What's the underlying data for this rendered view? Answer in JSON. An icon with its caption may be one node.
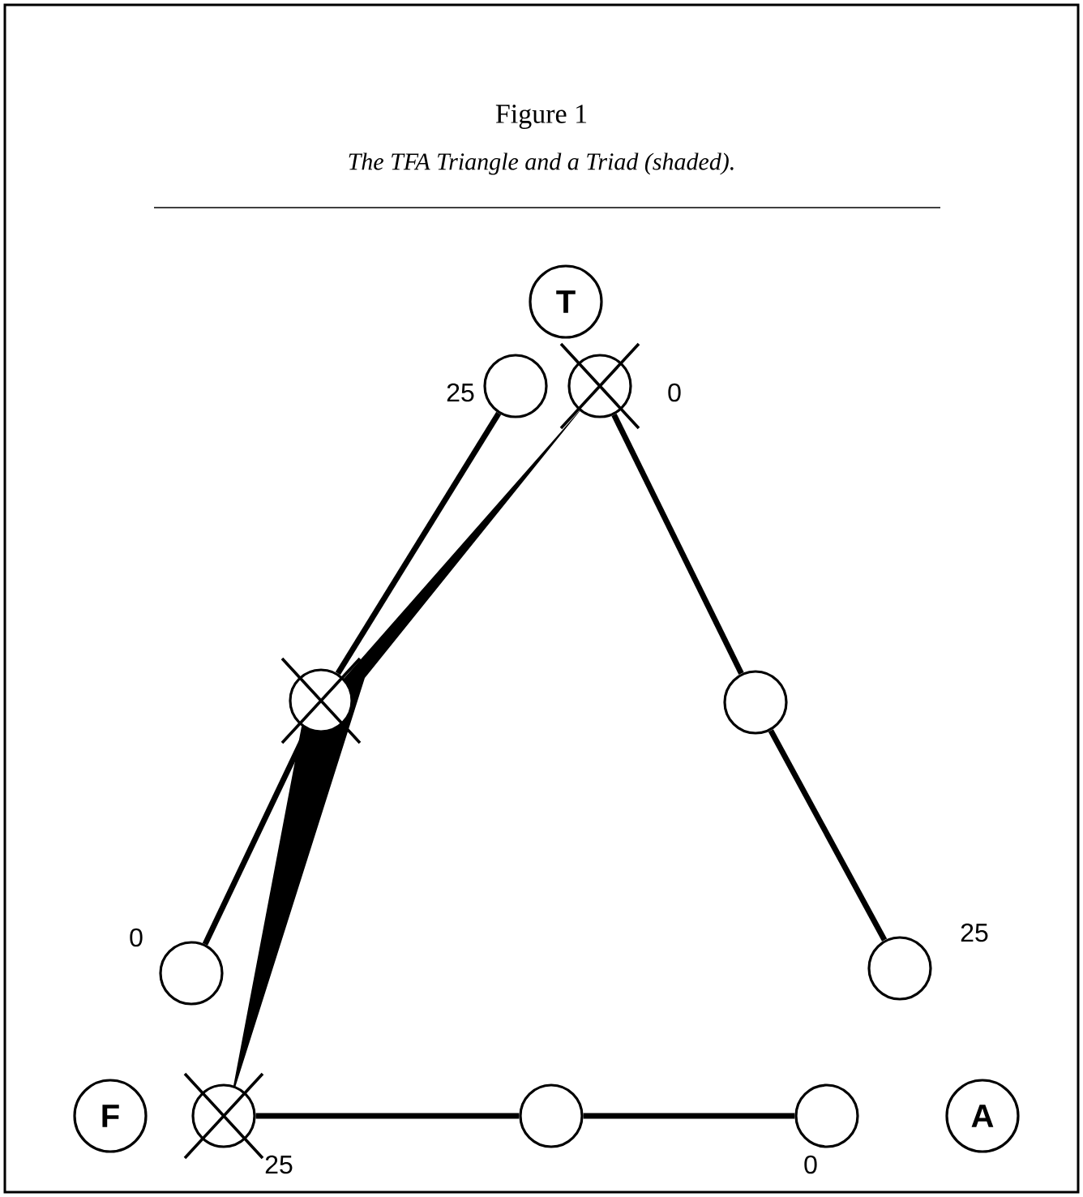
{
  "diagram": {
    "title": "Figure 1",
    "caption": "The TFA Triangle and a Triad (shaded).",
    "nodes": [
      {
        "text": [
          "T"
        ]
      },
      {
        "text": [],
        "shape": "circle",
        "beside": [
          "25"
        ]
      },
      {
        "text": [],
        "shape": "circle",
        "beside": [
          "0"
        ]
      },
      {
        "text": [],
        "shape": "circle"
      },
      {
        "text": [],
        "shape": "circle"
      },
      {
        "text": [],
        "shape": "circle",
        "beside": [
          "0"
        ]
      },
      {
        "text": [],
        "shape": "circle",
        "beside": [
          "25"
        ]
      },
      {
        "text": [
          "F"
        ]
      },
      {
        "text": [],
        "shape": "circle",
        "beside": [
          "25"
        ]
      },
      {
        "text": [],
        "shape": "circle"
      },
      {
        "text": [],
        "shape": "circle",
        "beside": [
          "0"
        ]
      },
      {
        "text": [
          "A"
        ]
      }
    ],
    "edges": [
      {
        "from": 1,
        "to": 3,
        "arrow": "none"
      },
      {
        "from": 3,
        "to": 5,
        "arrow": "none"
      },
      {
        "from": 2,
        "to": 4,
        "arrow": "none"
      },
      {
        "from": 4,
        "to": 6,
        "arrow": "none"
      },
      {
        "from": 8,
        "to": 9,
        "arrow": "none"
      },
      {
        "from": 9,
        "to": 10,
        "arrow": "none"
      }
    ]
  }
}
